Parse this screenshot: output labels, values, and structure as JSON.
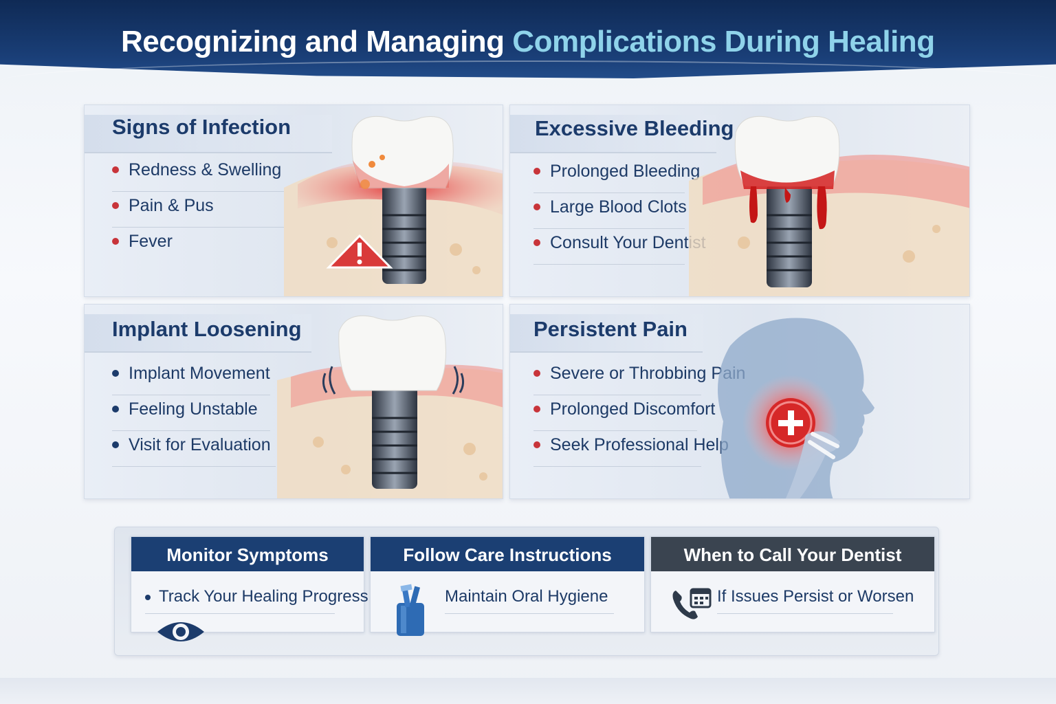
{
  "header": {
    "title_part1": "Recognizing and Managing",
    "title_part2": "Complications During Healing"
  },
  "cards": [
    {
      "title": "Signs of Infection",
      "items": [
        "Redness & Swelling",
        "Pain & Pus",
        "Fever"
      ],
      "icon": "warning-triangle-icon"
    },
    {
      "title": "Excessive Bleeding",
      "items": [
        "Prolonged Bleeding",
        "Large Blood Clots",
        "Consult Your Dentist"
      ]
    },
    {
      "title": "Implant Loosening",
      "items": [
        "Implant Movement",
        "Feeling Unstable",
        "Visit for Evaluation"
      ]
    },
    {
      "title": "Persistent Pain",
      "items": [
        "Severe or Throbbing Pain",
        "Prolonged Discomfort",
        "Seek Professional Help"
      ]
    }
  ],
  "tips": [
    {
      "title": "Monitor Symptoms",
      "text": "Track Your Healing Progress",
      "icon": "eye-icon"
    },
    {
      "title": "Follow Care Instructions",
      "text": "Maintain Oral Hygiene",
      "icon": "toothbrush-cup-icon"
    },
    {
      "title": "When to Call Your Dentist",
      "text": "If Issues Persist or Worsen",
      "icon": "phone-calendar-icon"
    }
  ],
  "colors": {
    "navy": "#1c3b6b",
    "accent_blue": "#8fd3ea",
    "alert_red": "#c8343a",
    "dark_header": "#3a4450"
  }
}
